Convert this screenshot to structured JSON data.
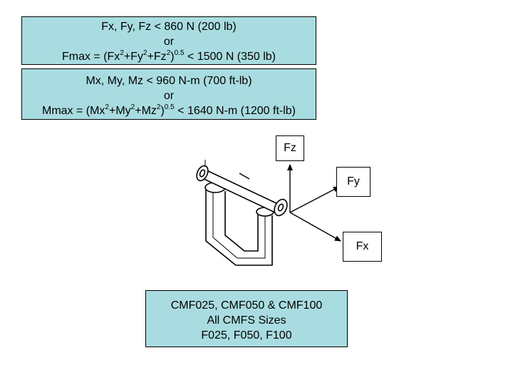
{
  "force_box": {
    "line1": "Fx, Fy, Fz < 860 N (200 lb)",
    "line2": "or",
    "line3": {
      "part1": "Fmax = (Fx",
      "sup1": "2",
      "part2": "+Fy",
      "sup2": "2",
      "part3": "+Fz",
      "sup3": "2",
      "part4": ")",
      "sup4": "0.5",
      "part5": " < 1500 N (350 lb)"
    }
  },
  "moment_box": {
    "line1": "Mx, My, Mz < 960 N-m (700 ft-lb)",
    "line2": "or",
    "line3": {
      "part1": "Mmax = (Mx",
      "sup1": "2",
      "part2": "+My",
      "sup2": "2",
      "part3": "+Mz",
      "sup3": "2",
      "part4": ")",
      "sup4": "0.5",
      "part5": " < 1640 N-m (1200 ft-lb)"
    }
  },
  "axes": {
    "fz": "Fz",
    "fy": "Fy",
    "fx": "Fx"
  },
  "models_box": {
    "line1": "CMF025, CMF050 & CMF100",
    "line2": "All CMFS Sizes",
    "line3": "F025, F050, F100"
  },
  "colors": {
    "box_fill": "#a9dce0"
  }
}
